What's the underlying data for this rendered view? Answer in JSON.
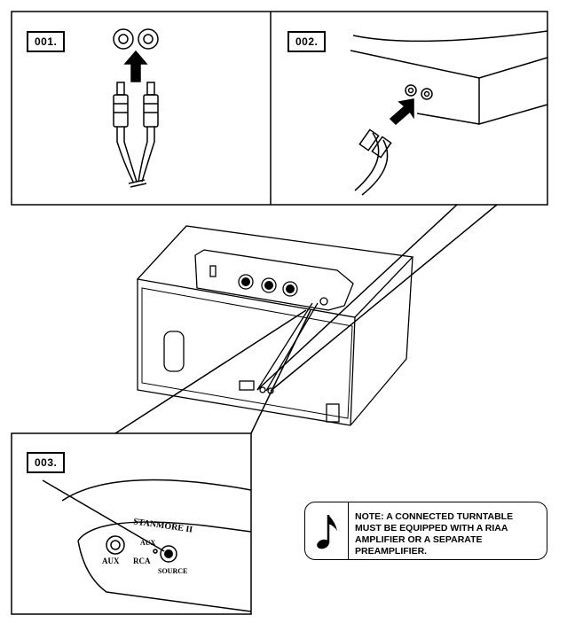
{
  "steps": {
    "step1_label": "001.",
    "step2_label": "002.",
    "step3_label": "003."
  },
  "panel3": {
    "brand": "STANMORE II",
    "aux_label": "AUX",
    "rca_label": "RCA",
    "aux_small": "AUX",
    "source_label": "SOURCE"
  },
  "note": {
    "icon": "music-note-icon",
    "text": "NOTE: A CONNECTED TURNTABLE MUST BE EQUIPPED WITH A RIAA AMPLIFIER OR A SEPARATE PREAMPLIFIER."
  }
}
